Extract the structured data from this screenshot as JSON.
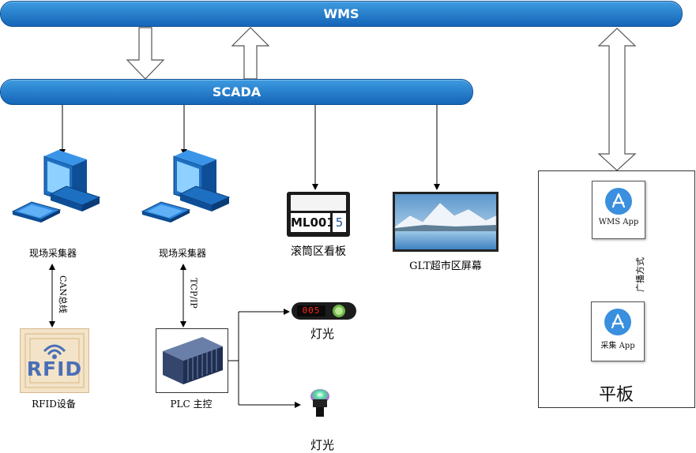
{
  "buses": {
    "wms": "WMS",
    "scada": "SCADA"
  },
  "collectors": [
    {
      "label": "现场采集器"
    },
    {
      "label": "现场采集器"
    }
  ],
  "links": {
    "can_bus": "CAN总线",
    "tcp_ip": "TCP/IP",
    "broadcast": "广播方式"
  },
  "devices": {
    "rfid_label": "RFID设备",
    "rfid_logo_text": "RFID",
    "plc_label": "PLC 主控",
    "roller_board_label": "滚筒区看板",
    "board_code": "ML001",
    "board_number": "5",
    "glt_screen_label": "GLT超市区屏幕",
    "light_top_label": "灯光",
    "light_top_display": "005",
    "light_bottom_label": "灯光"
  },
  "tablet": {
    "title": "平板",
    "apps": [
      {
        "name": "WMS App",
        "icon": "app-store-icon"
      },
      {
        "name": "采集 App",
        "icon": "app-store-icon"
      }
    ]
  },
  "colors": {
    "bus_blue": "#1f78cc",
    "app_blue": "#3a8fde",
    "lightning": "#e8e000"
  }
}
